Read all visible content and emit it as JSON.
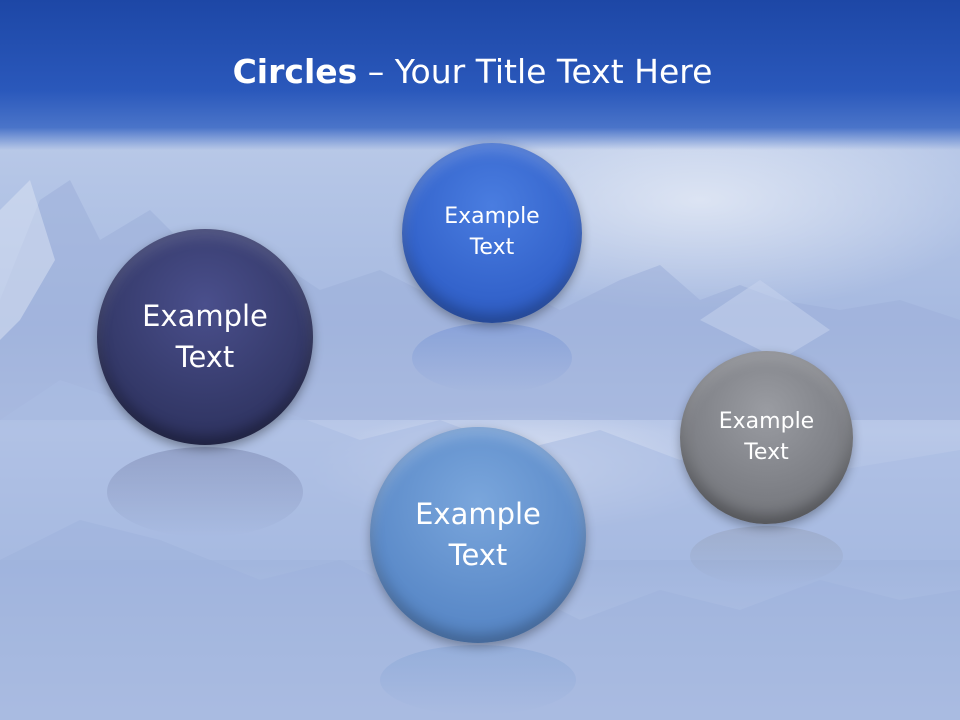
{
  "slide": {
    "title_bold": "Circles",
    "title_rest": " – Your Title Text Here",
    "circles": [
      {
        "label": "Example\nText",
        "color": "#343969"
      },
      {
        "label": "Example\nText",
        "color": "#3464cc"
      },
      {
        "label": "Example\nText",
        "color": "#5d8cca"
      },
      {
        "label": "Example\nText",
        "color": "#7c7e84"
      }
    ],
    "colors": {
      "header": "#1d47a6",
      "background": "#b4c5e6"
    }
  }
}
